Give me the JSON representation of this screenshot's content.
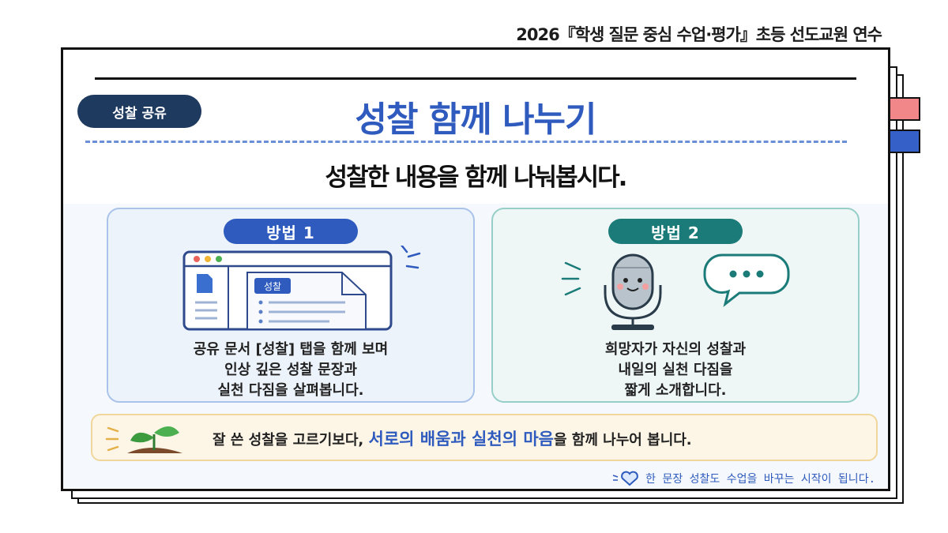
{
  "header": {
    "title": "2026『학생 질문 중심 수업·평가』초등 선도교원 연수"
  },
  "slide": {
    "tag": "성찰 공유",
    "title": "성찰 함께 나누기",
    "subtitle": "성찰한 내용을 함께 나눠봅시다."
  },
  "methods": [
    {
      "label": "방법 1",
      "doc_tab": "성찰",
      "lines": [
        "공유 문서 [성찰] 탭을 함께 보며",
        "인상 깊은 성찰 문장과",
        "실천 다짐을 살펴봅니다."
      ]
    },
    {
      "label": "방법 2",
      "lines": [
        "희망자가 자신의 성찰과",
        "내일의 실천 다짐을",
        "짧게 소개합니다."
      ]
    }
  ],
  "banner": {
    "before": "잘 쓴 성찰을 고르기보다, ",
    "highlight": "서로의 배움과 실천의 마음",
    "after": "을 함께 나누어 봅니다."
  },
  "footer": {
    "note": "한 문장 성찰도 수업을 바꾸는 시작이 됩니다."
  },
  "colors": {
    "accent_blue": "#2e5bbd",
    "accent_teal": "#1b7b78",
    "navy": "#1f3a5f",
    "red_tab": "#f2878a"
  },
  "icons": [
    "document-window-icon",
    "microphone-icon",
    "speech-bubble-icon",
    "sprout-icon",
    "heart-icon"
  ]
}
